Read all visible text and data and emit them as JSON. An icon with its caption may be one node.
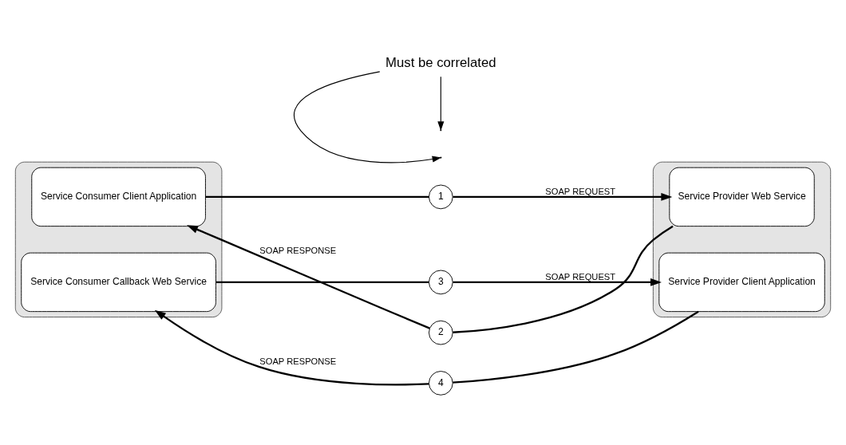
{
  "diagram": {
    "nodes": [
      {
        "text": [],
        "shape": "box"
      },
      {
        "text": [
          "Service Consumer Client Application"
        ],
        "in": 0
      },
      {
        "text": [
          "Service Consumer Callback Web Service"
        ],
        "in": 0
      },
      {
        "text": [],
        "shape": "box"
      },
      {
        "text": [
          "Service Provider Web Service"
        ],
        "in": 3
      },
      {
        "text": [
          "Service Provider Client Application"
        ],
        "in": 3
      },
      {
        "text": [
          "1"
        ]
      },
      {
        "text": [
          "2"
        ]
      },
      {
        "text": [
          "3"
        ]
      },
      {
        "text": [
          "4"
        ]
      },
      {
        "text": [
          "Must be correlated"
        ]
      }
    ],
    "edges": [
      {
        "from": 1,
        "to": 6,
        "arrow": "none"
      },
      {
        "from": 6,
        "to": 4,
        "arrow": "to",
        "label": "SOAP REQUEST"
      },
      {
        "from": 4,
        "to": 7,
        "arrow": "none"
      },
      {
        "from": 7,
        "to": 1,
        "arrow": "to",
        "label": "SOAP RESPONSE"
      },
      {
        "from": 2,
        "to": 8,
        "arrow": "none"
      },
      {
        "from": 8,
        "to": 5,
        "arrow": "to",
        "label": "SOAP REQUEST"
      },
      {
        "from": 5,
        "to": 9,
        "arrow": "none"
      },
      {
        "from": 9,
        "to": 2,
        "arrow": "to",
        "label": "SOAP RESPONSE"
      },
      {
        "from": 10,
        "to": null,
        "arrow": "to"
      },
      {
        "from": 10,
        "to": null,
        "arrow": "to"
      }
    ]
  }
}
